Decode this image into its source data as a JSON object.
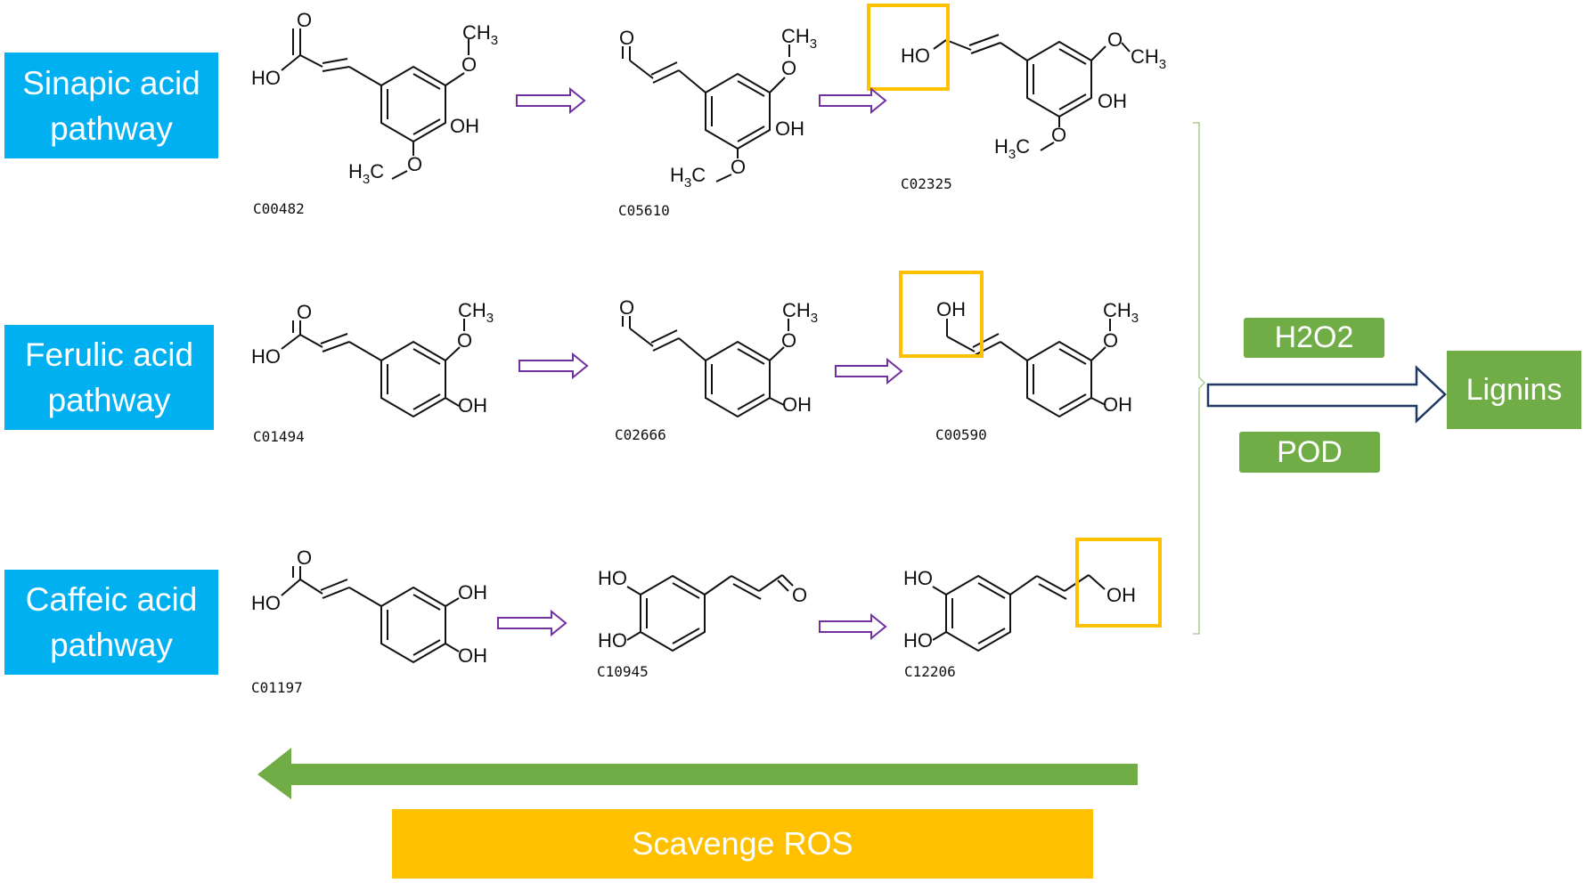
{
  "pathways": [
    {
      "label": "Sinapic acid pathway",
      "compounds": [
        "C00482",
        "C05610",
        "C02325"
      ]
    },
    {
      "label": "Ferulic acid pathway",
      "compounds": [
        "C01494",
        "C02666",
        "C00590"
      ]
    },
    {
      "label": "Caffeic acid pathway",
      "compounds": [
        "C01197",
        "C10945",
        "C12206"
      ]
    }
  ],
  "enzymes": {
    "top": "H2O2",
    "bottom": "POD"
  },
  "product": "Lignins",
  "bottom_bar": "Scavenge ROS",
  "chem": {
    "oh": "OH",
    "ho": "HO",
    "o": "O",
    "ch3": "CH",
    "h3c": "H",
    "c": "C",
    "three": "3"
  },
  "colors": {
    "pathway_box": "#00b0f0",
    "enzyme_box": "#70ad47",
    "ros_bar": "#ffc000",
    "highlight": "#ffc000",
    "reaction_arrow": "#7030a0",
    "lignin_arrow": "#1f3864",
    "bracket": "#a9d18e"
  }
}
